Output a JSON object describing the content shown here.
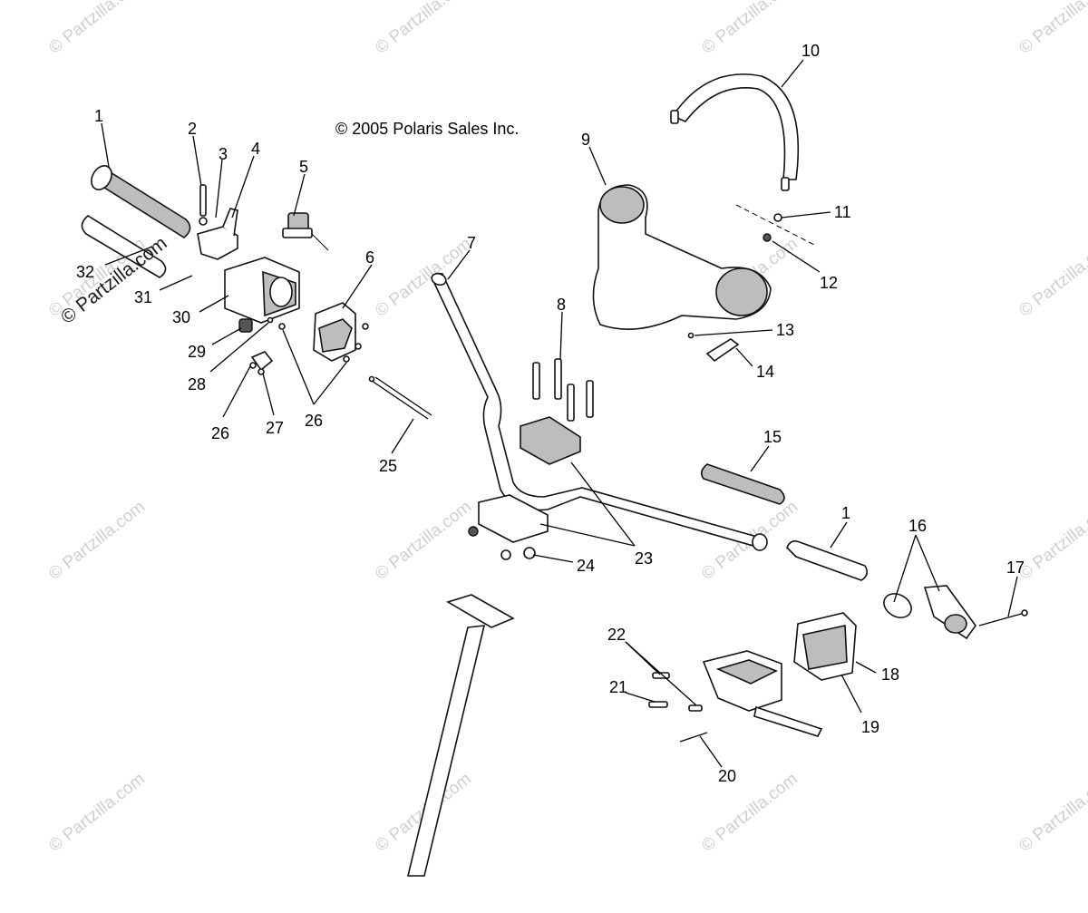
{
  "copyright": "© 2005 Polaris Sales Inc.",
  "watermark": "© Partzilla.com",
  "callouts": [
    "1",
    "2",
    "3",
    "4",
    "5",
    "6",
    "7",
    "8",
    "9",
    "10",
    "11",
    "12",
    "13",
    "14",
    "15",
    "1",
    "16",
    "17",
    "18",
    "19",
    "20",
    "21",
    "22",
    "23",
    "24",
    "25",
    "26",
    "26",
    "27",
    "28",
    "29",
    "30",
    "31",
    "32"
  ],
  "colors": {
    "line": "#000000",
    "watermark": "#cfcfcf",
    "part_shade": "#bdbdbd"
  }
}
